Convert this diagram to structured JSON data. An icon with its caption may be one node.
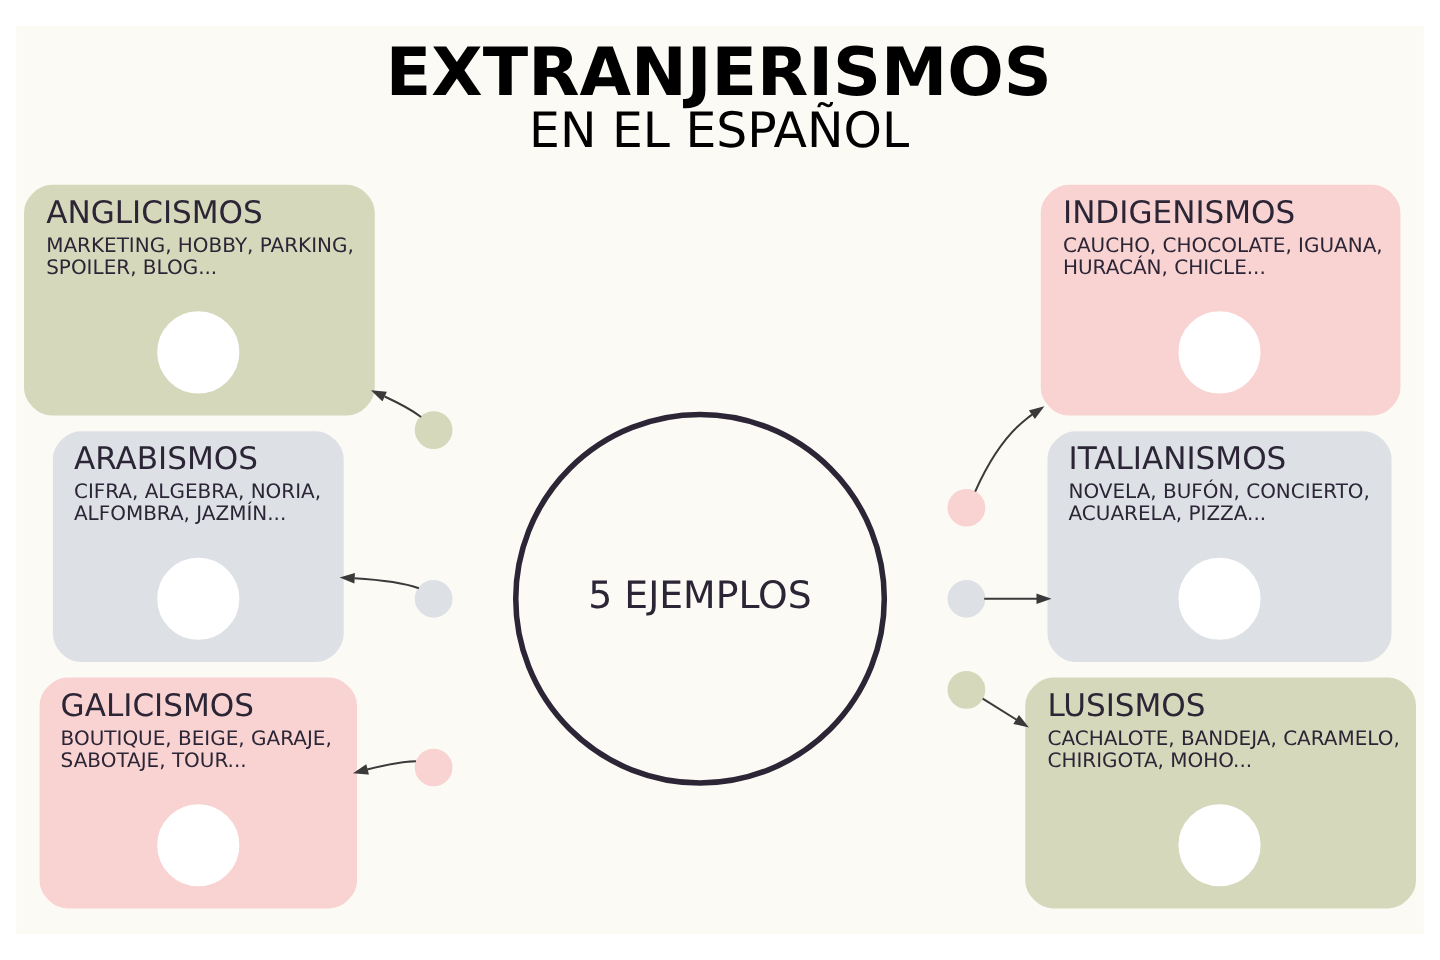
{
  "diagram": {
    "title": "EXTRANJERISMOS EN EL ESPAÑOL",
    "nodes": [
      {
        "text": [
          "ANGLICISMOS",
          "MARKETING, HOBBY, PARKING, SPOILER, BLOG..."
        ]
      },
      {
        "text": [],
        "shape": "circle",
        "in": 0
      },
      {
        "text": [
          "INDIGENISMOS",
          "CAUCHO, CHOCOLATE, IGUANA, HURACÁN, CHICLE..."
        ]
      },
      {
        "text": [],
        "shape": "circle",
        "in": 2
      },
      {
        "text": [
          "ARABISMOS",
          "CIFRA, ALGEBRA, NORIA, ALFOMBRA, JAZMÍN..."
        ]
      },
      {
        "text": [],
        "shape": "circle",
        "in": 4
      },
      {
        "text": [
          "5 EJEMPLOS"
        ]
      },
      {
        "text": [
          "ITALIANISMOS",
          "NOVELA, BUFÓN, CONCIERTO, ACUARELA, PIZZA..."
        ]
      },
      {
        "text": [],
        "shape": "circle",
        "in": 7
      },
      {
        "text": [
          "GALICISMOS",
          "BOUTIQUE, BEIGE, GARAJE, SABOTAJE, TOUR..."
        ]
      },
      {
        "text": [],
        "shape": "circle",
        "in": 9
      },
      {
        "text": [
          "LUSISMOS",
          "CACHALOTE, BANDEJA, CARAMELO, CHIRIGOTA, MOHO..."
        ]
      },
      {
        "text": [],
        "shape": "circle",
        "in": 11
      },
      {
        "text": [],
        "shape": "circle"
      },
      {
        "text": [],
        "shape": "circle"
      },
      {
        "text": [],
        "shape": "circle"
      },
      {
        "text": [],
        "shape": "circle"
      },
      {
        "text": [],
        "shape": "circle"
      },
      {
        "text": [],
        "shape": "circle"
      }
    ],
    "edges": [
      {
        "from": 13,
        "to": 0,
        "arrow": "to"
      },
      {
        "from": 14,
        "to": 2,
        "arrow": "to"
      },
      {
        "from": 15,
        "to": 4,
        "arrow": "to"
      },
      {
        "from": 16,
        "to": 7,
        "arrow": "to"
      },
      {
        "from": 17,
        "to": 9,
        "arrow": "to"
      },
      {
        "from": 18,
        "to": 11,
        "arrow": "to"
      }
    ]
  }
}
